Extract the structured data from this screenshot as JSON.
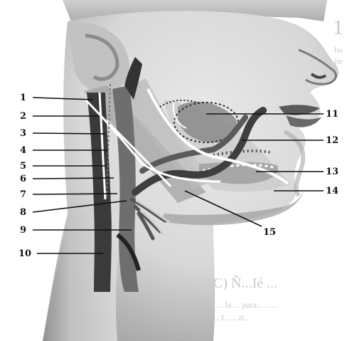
{
  "figure": {
    "labels": [
      "1",
      "2",
      "3",
      "4",
      "5",
      "6",
      "7",
      "8",
      "9",
      "10",
      "11",
      "12",
      "13",
      "14",
      "15"
    ],
    "bleed_text": {
      "margin_char": "1",
      "side_lines": [
        "ho",
        "ite"
      ],
      "bottom_heading": "C) Ñ...Ié ...",
      "bottom_lines": [
        "...ter ... la ... para... ......",
        "...se... f... ...ti..."
      ]
    }
  },
  "colors": {
    "background": "#ffffff",
    "skin_light": "#e6e6e6",
    "skin_mid": "#cfcfcf",
    "skin_dark": "#9a9a9a",
    "vein": "#3a3a3a",
    "artery": "#6e6e6e",
    "muscle": "#a8a8a8",
    "nerve": "#ffffff",
    "label": "#111111"
  }
}
